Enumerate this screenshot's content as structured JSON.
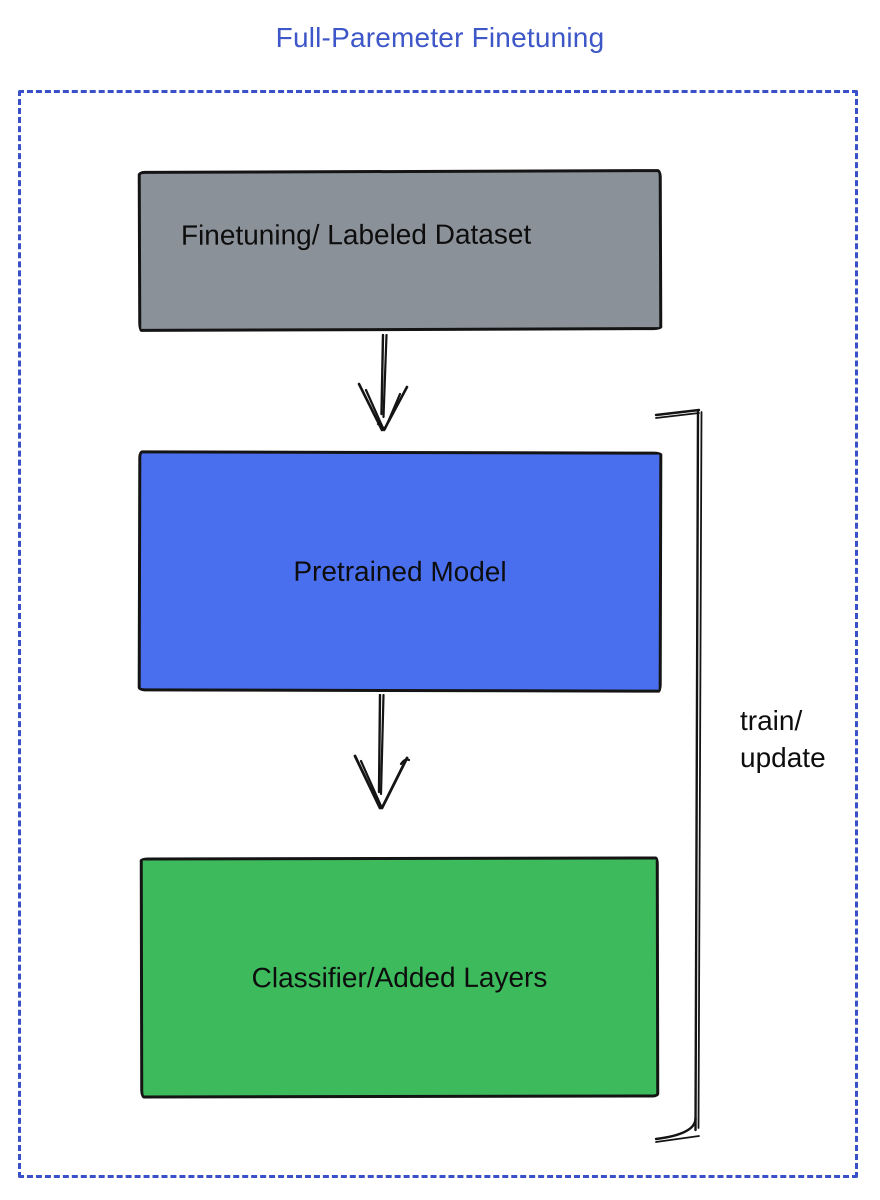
{
  "title": "Full-Paremeter Finetuning",
  "diagram": {
    "type": "flowchart",
    "nodes": [
      {
        "id": "dataset",
        "label": "Finetuning/ Labeled Dataset",
        "fill": "#8A9199"
      },
      {
        "id": "pretrained",
        "label": "Pretrained Model",
        "fill": "#4A6FEE"
      },
      {
        "id": "classifier",
        "label": "Classifier/Added Layers",
        "fill": "#3DBB5C"
      }
    ],
    "edges": [
      {
        "from": "dataset",
        "to": "pretrained",
        "style": "sketchy-double-arrow-down"
      },
      {
        "from": "pretrained",
        "to": "classifier",
        "style": "sketchy-double-arrow-down"
      }
    ],
    "bracket": {
      "label_line1": "train/",
      "label_line2": "update",
      "spans": [
        "pretrained",
        "classifier"
      ],
      "side": "right"
    }
  },
  "colors": {
    "title_text": "#3D56C8",
    "frame_border": "#3A50C8",
    "node_dataset_fill": "#8A9199",
    "node_pretrained_fill": "#4A6FEE",
    "node_classifier_fill": "#3DBB5C",
    "stroke": "#141414"
  }
}
